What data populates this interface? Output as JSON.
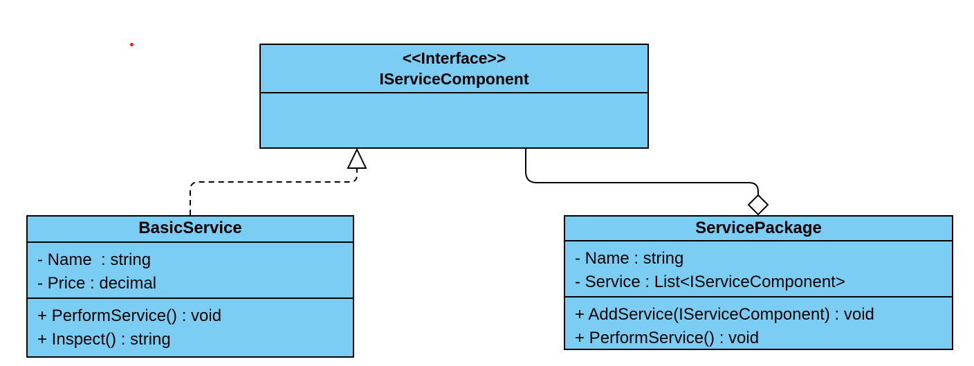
{
  "colors": {
    "class_fill": "#7ccdf4",
    "stroke": "#000000",
    "marker": "#e0201b"
  },
  "interface": {
    "stereotype": "<<Interface>>",
    "name": "IServiceComponent"
  },
  "basic_service": {
    "name": "BasicService",
    "attributes": [
      "- Name  : string",
      "- Price : decimal"
    ],
    "methods": [
      "+ PerformService() : void",
      "+ Inspect() : string"
    ]
  },
  "service_package": {
    "name": "ServicePackage",
    "attributes": [
      "- Name : string",
      "- Service : List<IServiceComponent>"
    ],
    "methods": [
      "+ AddService(IServiceComponent) : void",
      "+ PerformService() : void"
    ]
  },
  "relationships": [
    {
      "type": "realization",
      "from": "BasicService",
      "to": "IServiceComponent"
    },
    {
      "type": "aggregation",
      "from": "IServiceComponent",
      "to": "ServicePackage"
    }
  ]
}
